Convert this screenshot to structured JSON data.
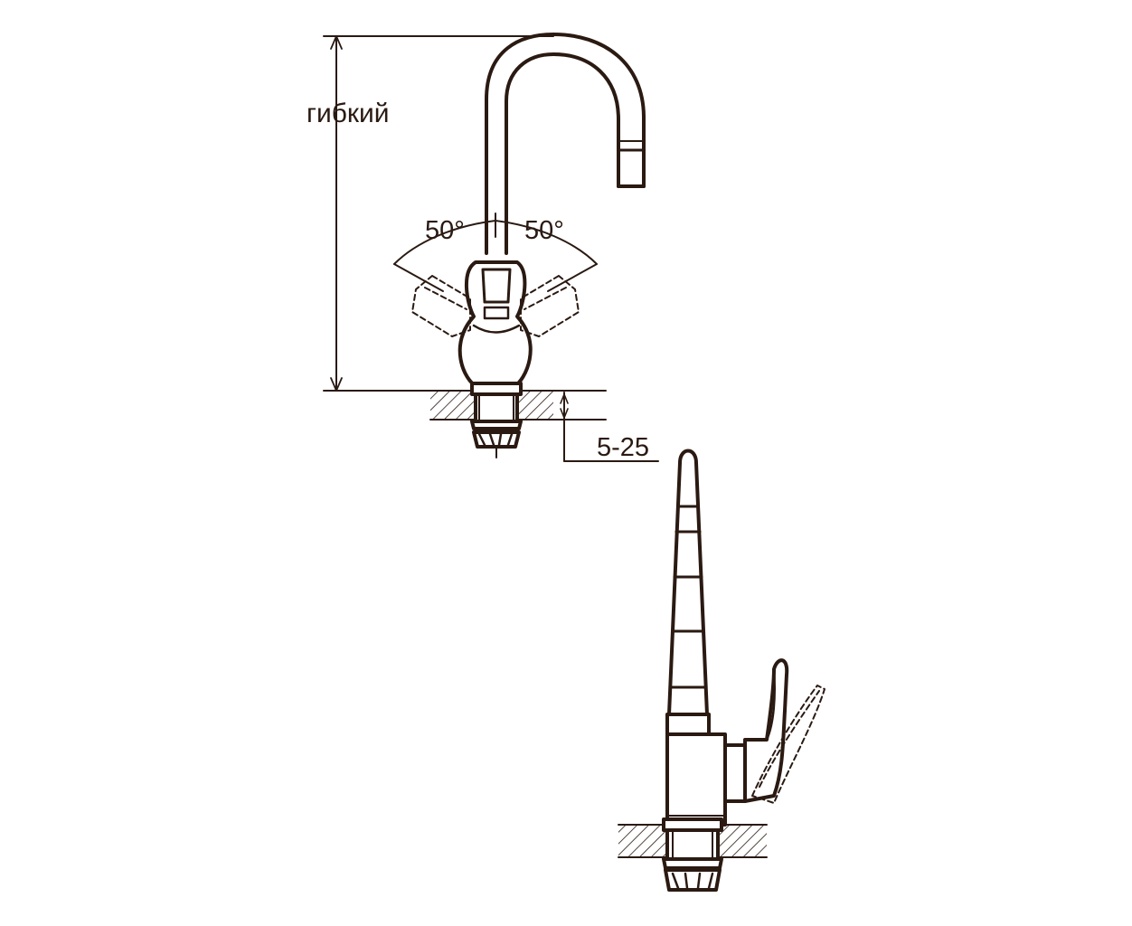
{
  "labels": {
    "flexible": "гибкий",
    "angle_left": "50°",
    "angle_right": "50°",
    "mount_range": "5-25"
  },
  "colors": {
    "line": "#2a1a12",
    "background": "#ffffff"
  }
}
